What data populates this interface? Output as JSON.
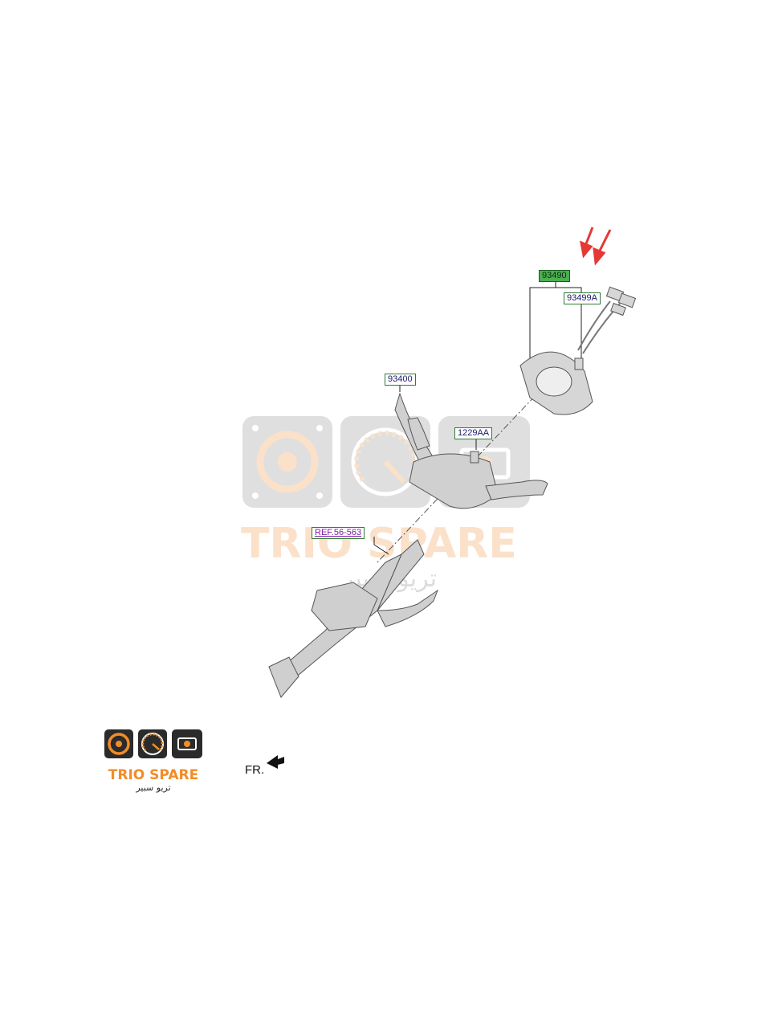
{
  "labels": {
    "assembly": "93490",
    "sub_assembly": "93499A",
    "switch": "93400",
    "screw": "1229AA",
    "reference": "REF.56-563"
  },
  "direction": {
    "text": "FR."
  },
  "watermark": {
    "latin": "TRIO SPARE",
    "arabic": "تريو سبير"
  },
  "logo": {
    "latin": "TRIO SPARE",
    "arabic": "تريو سبير"
  },
  "colors": {
    "highlight": "#4caf50",
    "arrow": "#e53935",
    "brand_orange": "#f28c28",
    "brand_dark": "#2b2b2b"
  },
  "icons": [
    "speaker-icon",
    "gauge-icon",
    "engine-icon",
    "direction-arrow-icon"
  ]
}
